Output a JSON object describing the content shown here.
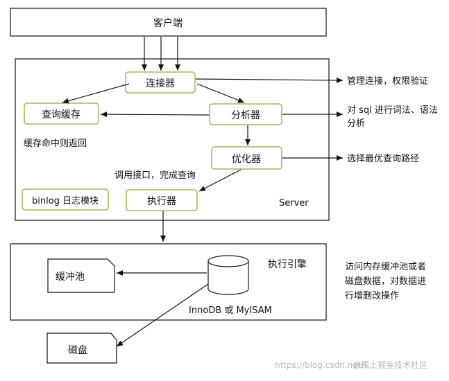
{
  "nodes": {
    "client": "客户端",
    "connector": "连接器",
    "query_cache": "查询缓存",
    "analyzer": "分析器",
    "optimizer": "优化器",
    "executor": "执行器",
    "binlog": "binlog 日志模块",
    "buffer_pool": "缓冲池",
    "disk": "磁盘"
  },
  "labels": {
    "cache_hit": "缓存命中则返回",
    "call_interface": "调用接口，完成查询",
    "server": "Server",
    "engine": "执行引擎",
    "engine_types": "InnoDB 或 MyISAM",
    "connector_desc": "管理连接，权限验证",
    "analyzer_desc_1": "对 sql 进行词法、语法",
    "analyzer_desc_2": "分析",
    "optimizer_desc": "选择最优查询路径",
    "engine_desc_1": "访问内存缓冲池或者",
    "engine_desc_2": "磁盘数据，对数据进",
    "engine_desc_3": "行增删改操作"
  },
  "watermark": {
    "url": "https://blog.csdn.net/...",
    "site": "@稀土掘金技术社区"
  },
  "colors": {
    "green": "#9bbb59",
    "line": "#111111"
  }
}
